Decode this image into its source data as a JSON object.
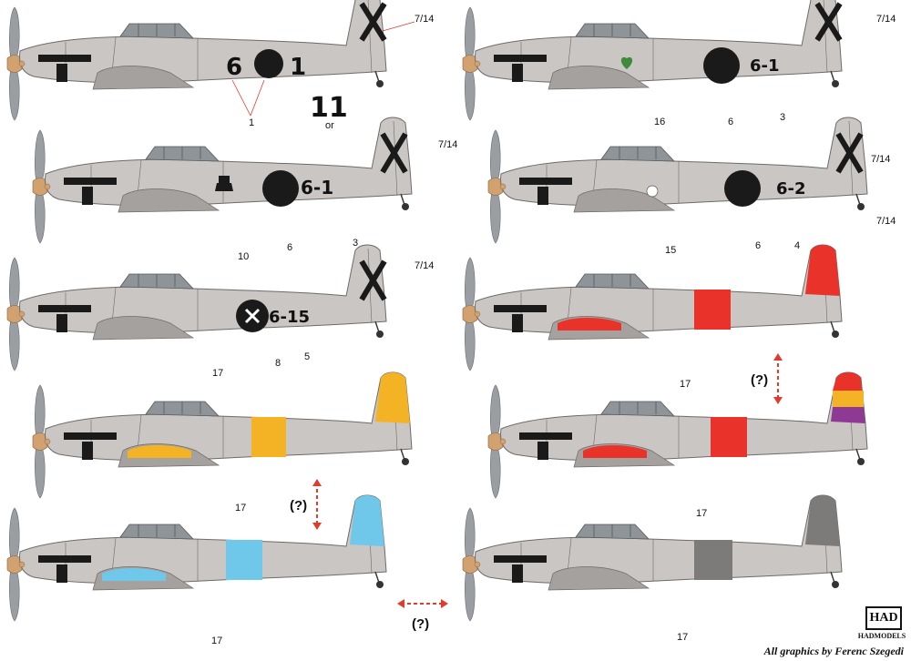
{
  "colors": {
    "fuselage": "#c9c6c3",
    "panel_line": "#6d6a68",
    "exhaust_black": "#1a1a1a",
    "prop_wood": "#d2a170",
    "blade_grey": "#9a9ea3",
    "canopy": "#8f9499",
    "band_red": "#e8322a",
    "band_yellow": "#f4b324",
    "band_blue": "#6fc7ea",
    "band_grey": "#7d7b79",
    "band_purple": "#8e3a94",
    "emblem_green": "#3f8a3d",
    "arrow_red": "#e03b2d"
  },
  "aircraft": [
    {
      "marking_a": "6",
      "marking_b": "1",
      "alt_marking": "11",
      "alt_note": "or",
      "callouts": [
        "1",
        "7/14"
      ]
    },
    {
      "marking": "6-1",
      "callouts": [
        "16",
        "6",
        "3",
        "7/14"
      ]
    },
    {
      "marking": "6-1",
      "callouts": [
        "10",
        "6",
        "3",
        "7/14"
      ]
    },
    {
      "marking": "6-2",
      "callouts": [
        "15",
        "6",
        "4",
        "7/14",
        "7/14"
      ]
    },
    {
      "marking": "6-15",
      "callouts": [
        "17",
        "8",
        "5",
        "7/14"
      ]
    },
    {
      "callouts": [
        "17"
      ]
    },
    {
      "callouts": [
        "17"
      ]
    },
    {
      "callouts": [
        "17"
      ]
    },
    {
      "callouts": [
        "17"
      ]
    },
    {
      "callouts": [
        "17"
      ]
    }
  ],
  "uncertainty_label": "(?)",
  "logo": {
    "mark": "HAD",
    "name": "HADMODELS"
  },
  "credit": "All graphics by Ferenc Szegedi"
}
